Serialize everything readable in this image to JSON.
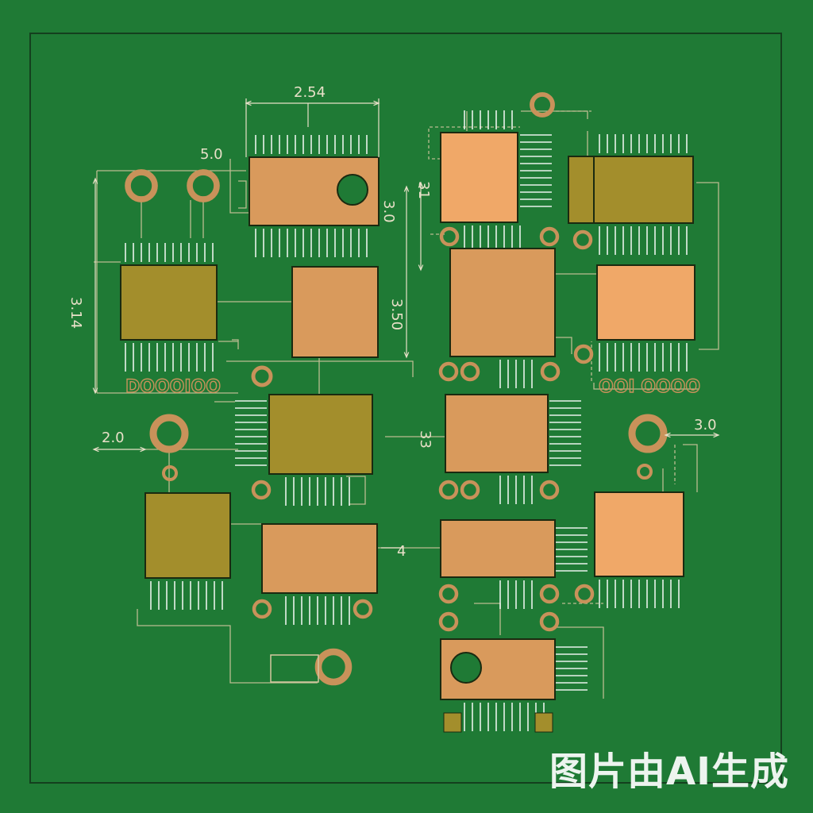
{
  "colors": {
    "board": "#1f7a35",
    "outline": "#14401e",
    "pad_copper": "#d99a5c",
    "pad_light": "#f0a868",
    "pad_olive": "#a38e2c",
    "ring": "#c8925a",
    "lead": "#ffffff",
    "trace": "#d6c8a0",
    "dim": "#e8e0c8"
  },
  "dimensions": {
    "top_width": "2.54",
    "left_offset": "5.0",
    "right_height_a": "3.0",
    "right_height_b": "31",
    "mid_height": "3.50",
    "left_height": "3.14",
    "left_gap": "2.0",
    "right_gap": "3.0",
    "center_mark": "33",
    "center_mark_small": "4"
  },
  "labels": {
    "left_pin_row": "DOOOIOO",
    "right_pin_row": "OOI OOOO"
  },
  "watermark": "图片由AI生成"
}
